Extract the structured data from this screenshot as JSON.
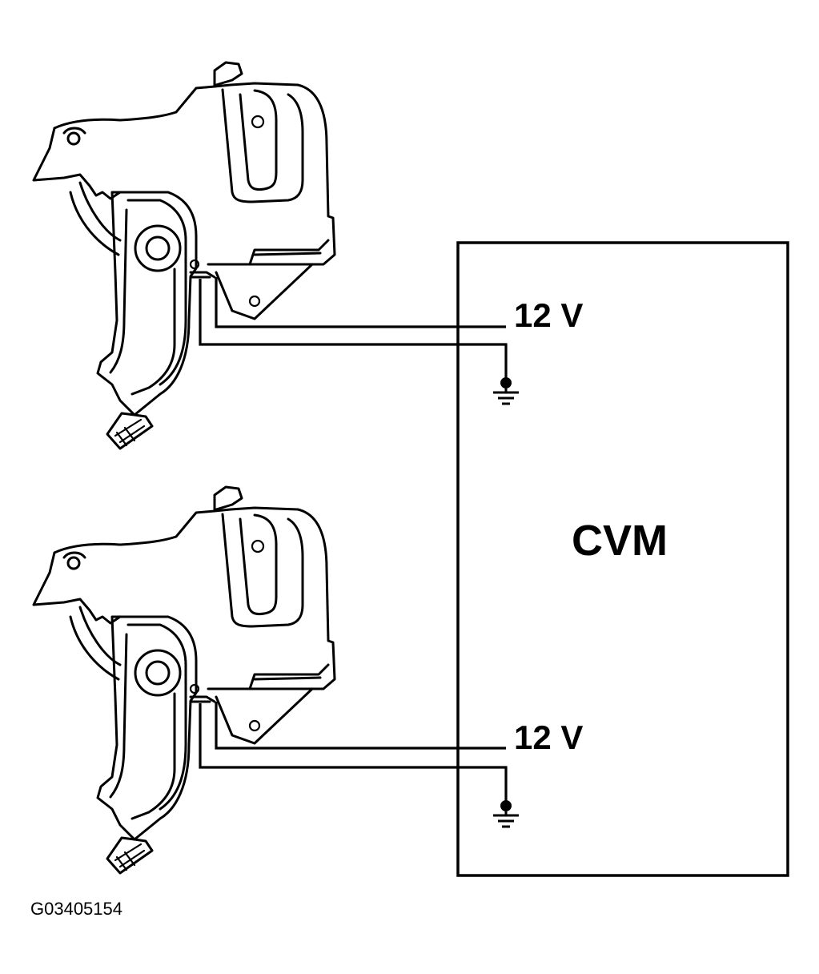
{
  "module": {
    "label": "CVM"
  },
  "connections": [
    {
      "voltage_label": "12 V"
    },
    {
      "voltage_label": "12 V"
    }
  ],
  "figure_id": "G03405154"
}
